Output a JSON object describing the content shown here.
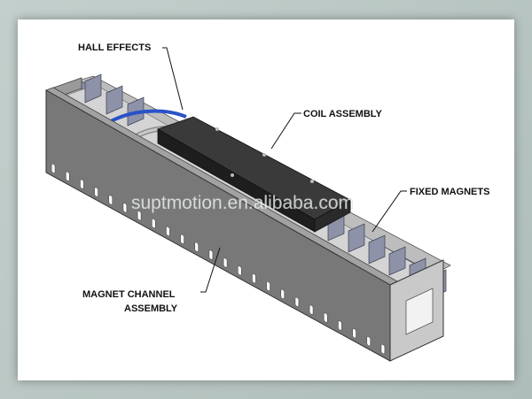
{
  "labels": {
    "hall_effects": "HALL EFFECTS",
    "coil_assembly": "COIL ASSEMBLY",
    "fixed_magnets": "FIXED MAGNETS",
    "magnet_channel_line1": "MAGNET CHANNEL",
    "magnet_channel_line2": "ASSEMBLY"
  },
  "watermark": "suptmotion.en.alibaba.com",
  "colors": {
    "channel_front": "#787878",
    "channel_top": "#a2a2a2",
    "channel_end": "#c9c9c9",
    "coil": "#2f2f2f",
    "magnet": "#8d92a8",
    "cable": "#2a52c8"
  }
}
